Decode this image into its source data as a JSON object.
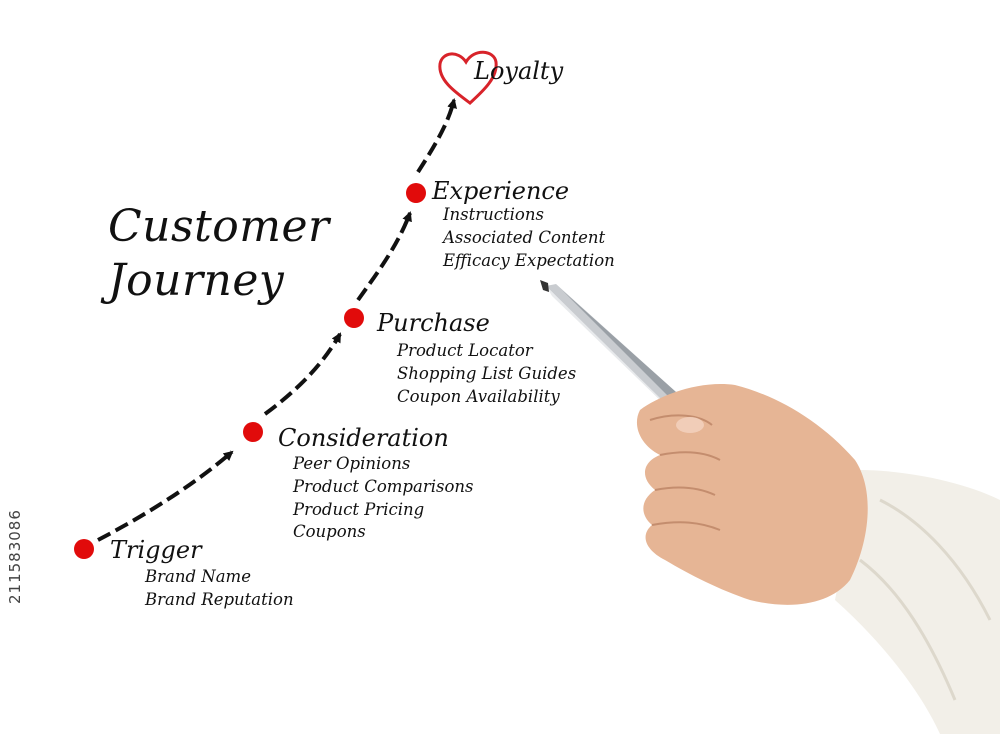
{
  "diagram": {
    "title_line1": "Customer",
    "title_line2": "Journey",
    "stages": [
      {
        "name": "Trigger",
        "items": [
          "Brand Name",
          "Brand Reputation"
        ]
      },
      {
        "name": "Consideration",
        "items": [
          "Peer Opinions",
          "Product Comparisons",
          "Product Pricing",
          "Coupons"
        ]
      },
      {
        "name": "Purchase",
        "items": [
          "Product Locator",
          "Shopping List Guides",
          "Coupon Availability"
        ]
      },
      {
        "name": "Experience",
        "items": [
          "Instructions",
          "Associated Content",
          "Efficacy Expectation"
        ]
      },
      {
        "name": "Loyalty",
        "items": []
      }
    ],
    "colors": {
      "dot": "#e10b0b",
      "heart": "#d8232a",
      "arrow": "#111111"
    },
    "icons": [
      "heart-icon",
      "pen-icon",
      "hand-icon"
    ]
  },
  "watermark": {
    "id_text": "211583086"
  }
}
